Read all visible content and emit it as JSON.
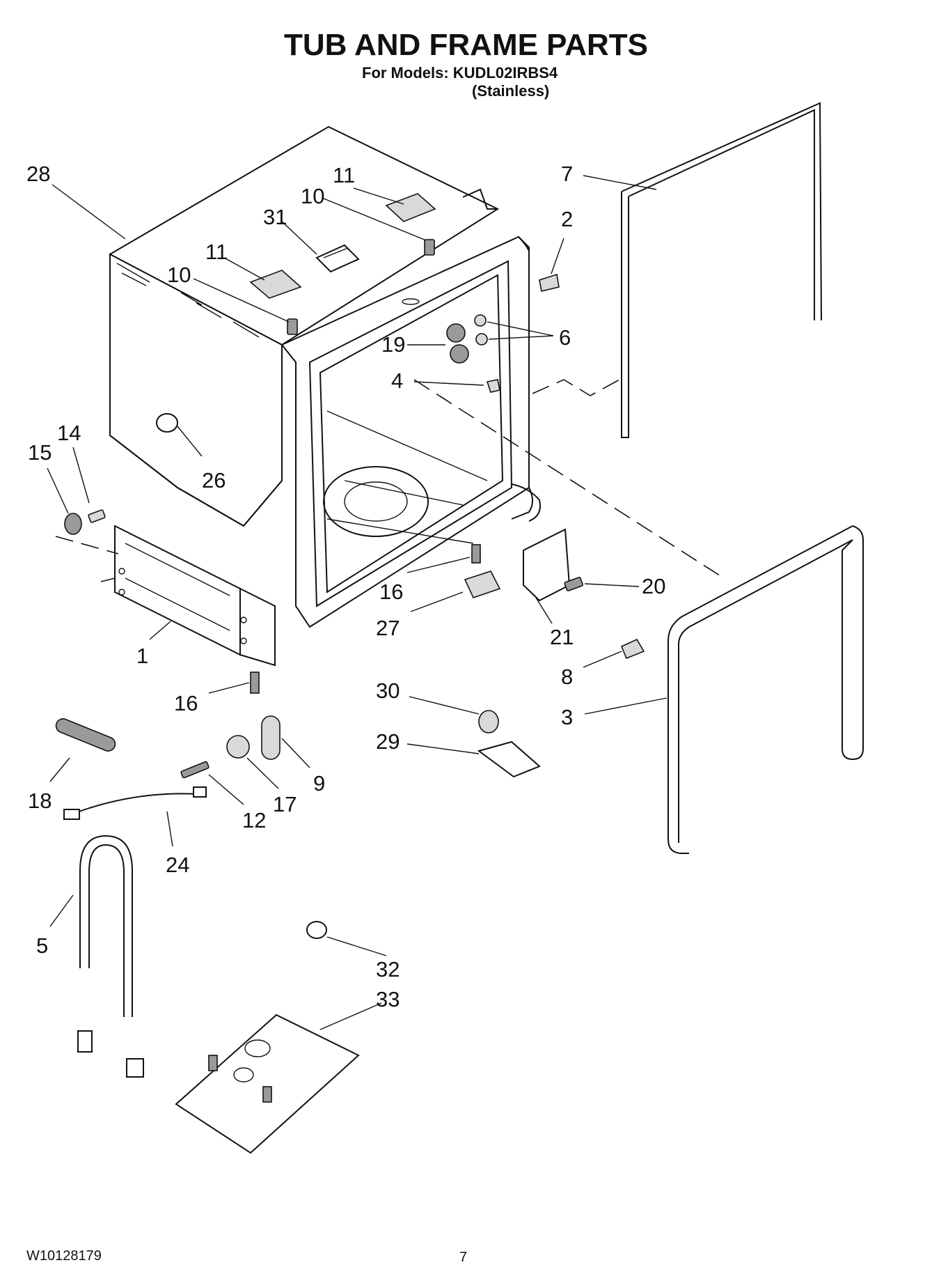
{
  "header": {
    "title": "TUB AND FRAME PARTS",
    "models_label": "For Models: KUDL02IRBS4",
    "models_finish": "(Stainless)"
  },
  "footer": {
    "document_number": "W10128179",
    "page_number": "7"
  },
  "callouts": [
    {
      "id": "c28",
      "label": "28"
    },
    {
      "id": "c11a",
      "label": "11"
    },
    {
      "id": "c10a",
      "label": "10"
    },
    {
      "id": "c31",
      "label": "31"
    },
    {
      "id": "c11b",
      "label": "11"
    },
    {
      "id": "c10b",
      "label": "10"
    },
    {
      "id": "c7",
      "label": "7"
    },
    {
      "id": "c2",
      "label": "2"
    },
    {
      "id": "c19",
      "label": "19"
    },
    {
      "id": "c6",
      "label": "6"
    },
    {
      "id": "c4",
      "label": "4"
    },
    {
      "id": "c15",
      "label": "15"
    },
    {
      "id": "c14",
      "label": "14"
    },
    {
      "id": "c26",
      "label": "26"
    },
    {
      "id": "c16a",
      "label": "16"
    },
    {
      "id": "c20",
      "label": "20"
    },
    {
      "id": "c27",
      "label": "27"
    },
    {
      "id": "c21",
      "label": "21"
    },
    {
      "id": "c1",
      "label": "1"
    },
    {
      "id": "c8",
      "label": "8"
    },
    {
      "id": "c16b",
      "label": "16"
    },
    {
      "id": "c30",
      "label": "30"
    },
    {
      "id": "c3",
      "label": "3"
    },
    {
      "id": "c29",
      "label": "29"
    },
    {
      "id": "c9",
      "label": "9"
    },
    {
      "id": "c18",
      "label": "18"
    },
    {
      "id": "c17",
      "label": "17"
    },
    {
      "id": "c12",
      "label": "12"
    },
    {
      "id": "c24",
      "label": "24"
    },
    {
      "id": "c5",
      "label": "5"
    },
    {
      "id": "c32",
      "label": "32"
    },
    {
      "id": "c33",
      "label": "33"
    }
  ]
}
